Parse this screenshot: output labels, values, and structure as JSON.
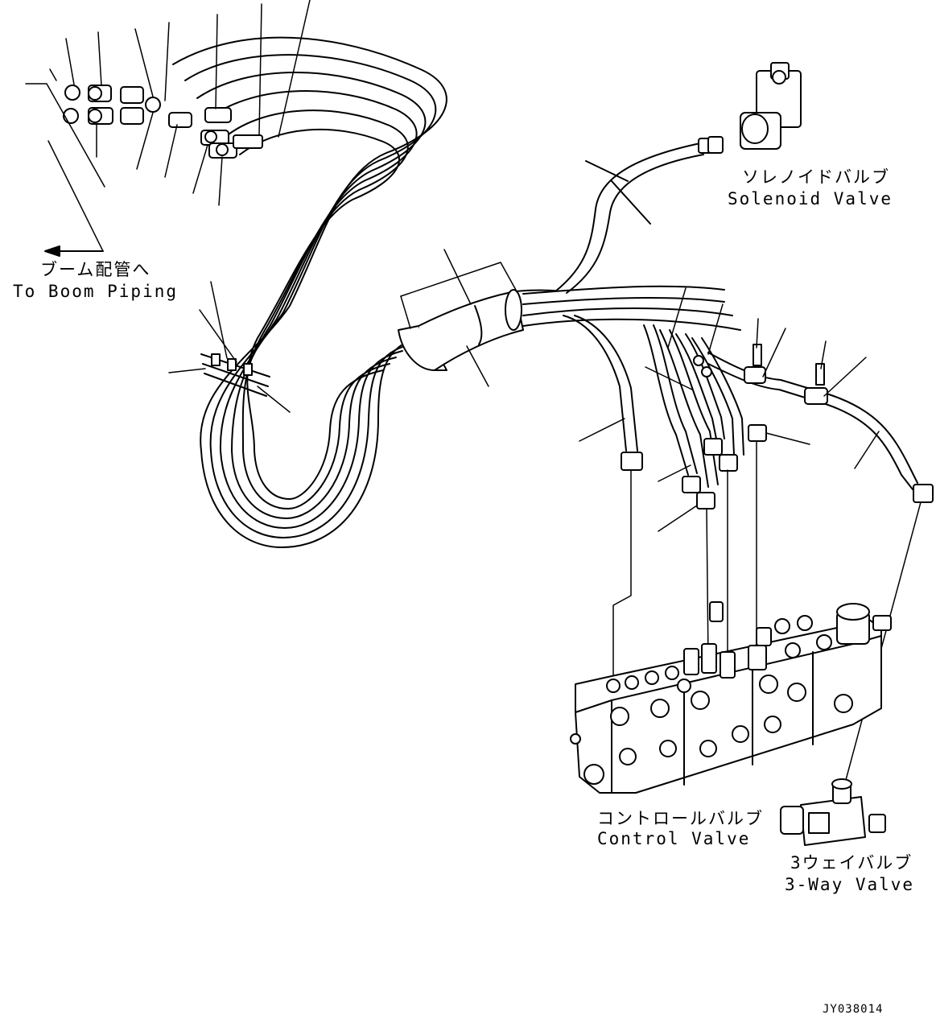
{
  "labels": {
    "boom_piping_jp": "ブーム配管へ",
    "boom_piping_en": "To Boom Piping",
    "solenoid_jp": "ソレノイドバルブ",
    "solenoid_en": "Solenoid Valve",
    "control_jp": "コントロールバルブ",
    "control_en": "Control Valve",
    "threeway_jp": "3ウェイバルブ",
    "threeway_en": "3-Way Valve",
    "drawing_code": "JY038014"
  },
  "icons": [
    "arrow-left-icon"
  ],
  "colors": {
    "line": "#000000",
    "background": "#ffffff"
  }
}
